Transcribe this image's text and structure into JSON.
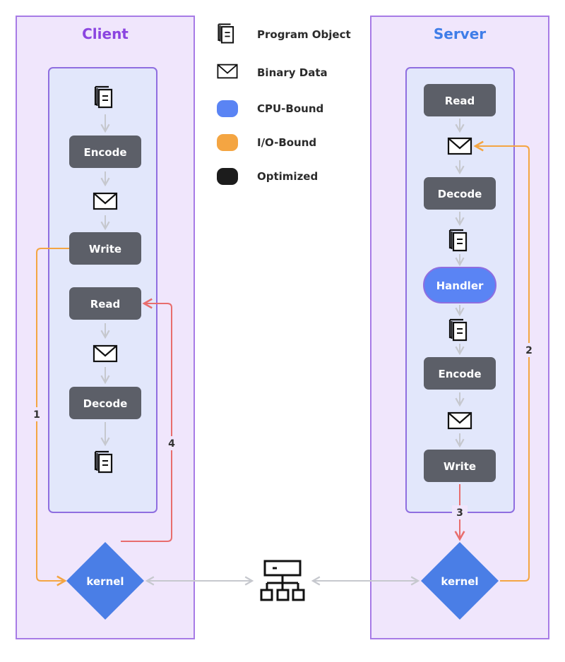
{
  "client": {
    "title": "Client"
  },
  "server": {
    "title": "Server"
  },
  "legend": {
    "program_object": "Program Object",
    "binary_data": "Binary Data",
    "cpu_bound": "CPU-Bound",
    "io_bound": "I/O-Bound",
    "optimized": "Optimized"
  },
  "client_nodes": {
    "encode": "Encode",
    "write": "Write",
    "read": "Read",
    "decode": "Decode",
    "kernel": "kernel"
  },
  "server_nodes": {
    "read": "Read",
    "decode": "Decode",
    "handler": "Handler",
    "encode": "Encode",
    "write": "Write",
    "kernel": "kernel"
  },
  "edge_labels": {
    "e1": "1",
    "e2": "2",
    "e3": "3",
    "e4": "4"
  },
  "colors": {
    "panel_fill": "#f0e6fc",
    "panel_stroke": "#a77be6",
    "inner_fill": "#e2e7fb",
    "inner_stroke": "#8f6ee0",
    "title_client": "#8b45e0",
    "title_server": "#3f7de8",
    "node_gray": "#5c5f68",
    "handler_blue": "#5a84f4",
    "kernel_blue": "#4a7ee6",
    "io_orange": "#f4a542",
    "red_edge": "#e86d6d",
    "gray_arrow": "#c6c8ce",
    "optimized": "#1c1c1c"
  }
}
